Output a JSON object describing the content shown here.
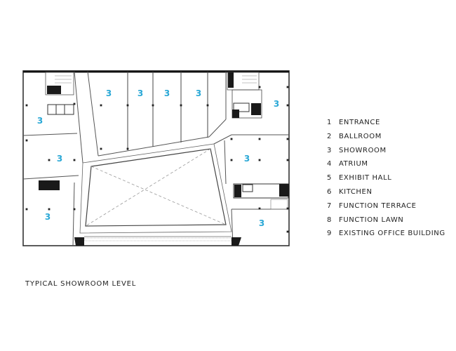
{
  "accent_color": "#2aa8d6",
  "rooms": [
    {
      "id": "showroom-nw",
      "label": "3"
    },
    {
      "id": "showroom-north-1",
      "label": "3"
    },
    {
      "id": "showroom-north-2",
      "label": "3"
    },
    {
      "id": "showroom-north-3",
      "label": "3"
    },
    {
      "id": "showroom-north-4",
      "label": "3"
    },
    {
      "id": "showroom-west-mid",
      "label": "3"
    },
    {
      "id": "showroom-sw",
      "label": "3"
    },
    {
      "id": "showroom-ne",
      "label": "3"
    },
    {
      "id": "showroom-east-mid",
      "label": "3"
    },
    {
      "id": "showroom-se",
      "label": "3"
    }
  ],
  "legend": [
    {
      "num": "1",
      "label": "ENTRANCE"
    },
    {
      "num": "2",
      "label": "BALLROOM"
    },
    {
      "num": "3",
      "label": "SHOWROOM"
    },
    {
      "num": "4",
      "label": "ATRIUM"
    },
    {
      "num": "5",
      "label": "EXHIBIT HALL"
    },
    {
      "num": "6",
      "label": "KITCHEN"
    },
    {
      "num": "7",
      "label": "FUNCTION TERRACE"
    },
    {
      "num": "8",
      "label": "FUNCTION LAWN"
    },
    {
      "num": "9",
      "label": "EXISTING OFFICE BUILDING"
    }
  ],
  "caption": "TYPICAL SHOWROOM LEVEL"
}
